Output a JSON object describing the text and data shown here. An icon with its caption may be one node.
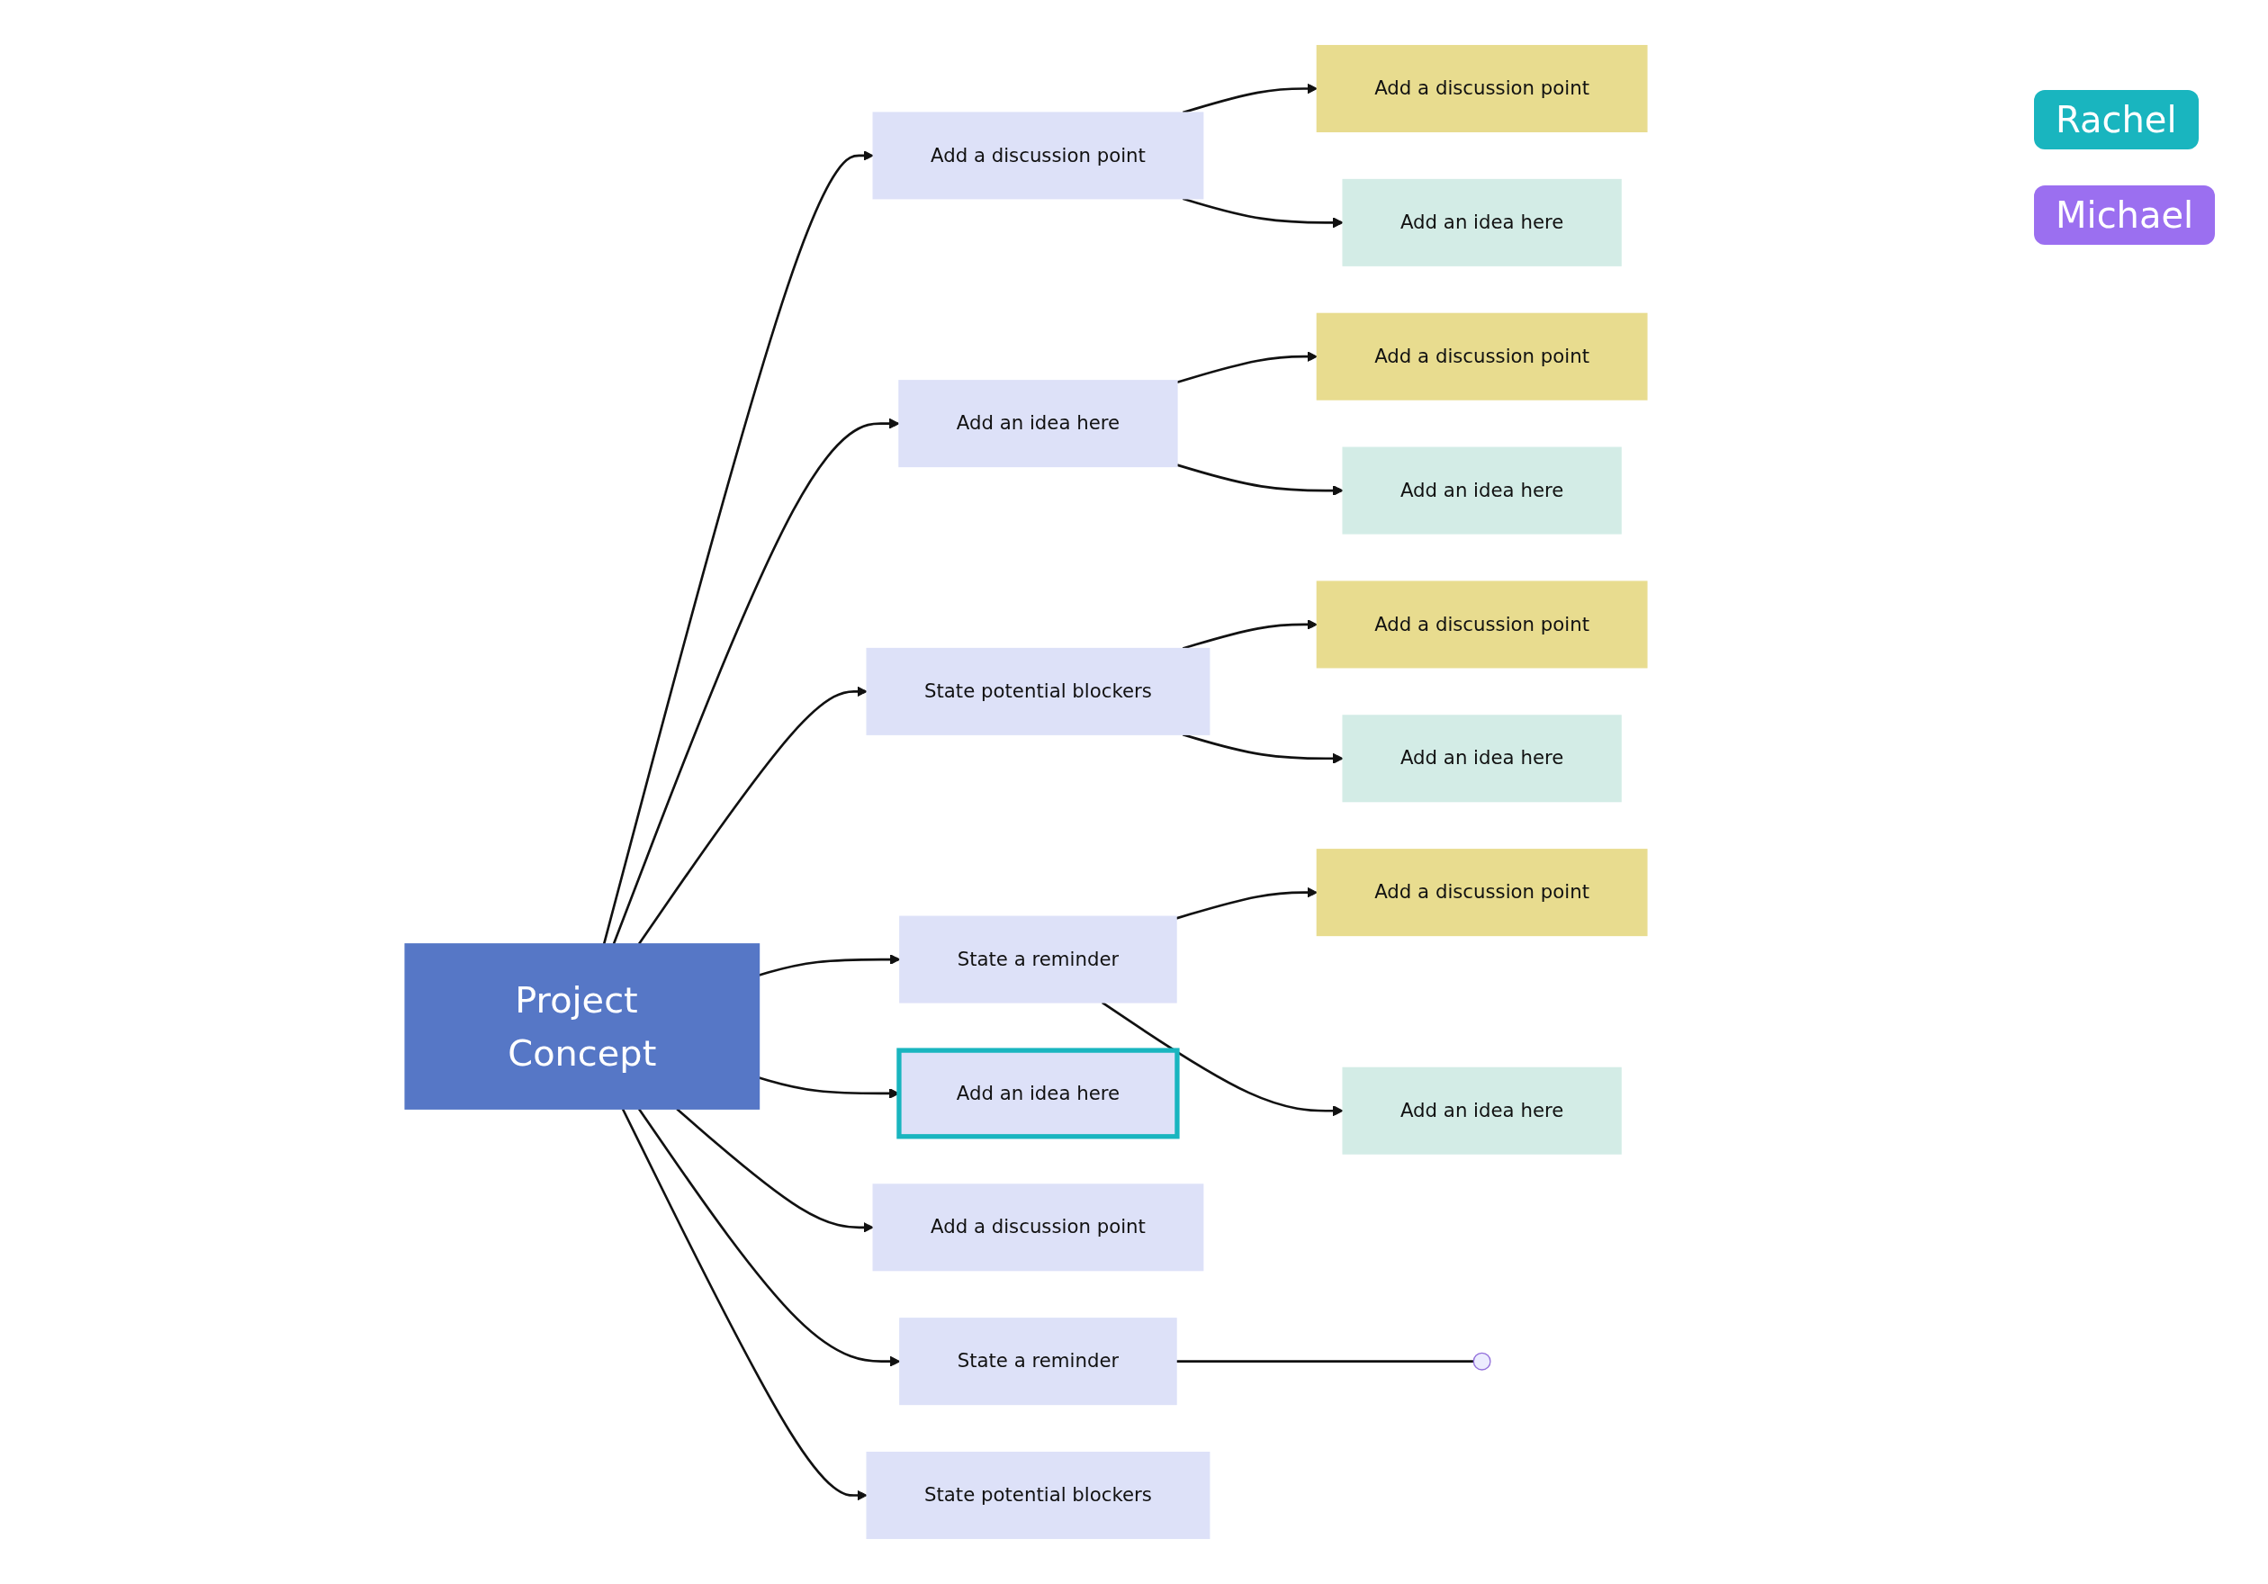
{
  "diagram": {
    "nodes": [
      {
        "text": [
          "Project Concept"
        ]
      },
      {
        "text": [
          "Add a discussion point"
        ]
      },
      {
        "text": [
          "Add an idea here"
        ]
      },
      {
        "text": [
          "State potential blockers"
        ]
      },
      {
        "text": [
          "State a reminder"
        ]
      },
      {
        "text": [
          "Add a discussion point"
        ]
      },
      {
        "text": [
          "Add an idea here"
        ]
      },
      {
        "text": [
          "Add a discussion point"
        ]
      },
      {
        "text": [
          "Add an idea here"
        ]
      },
      {
        "text": [
          "Add a discussion point"
        ]
      },
      {
        "text": [
          "Add an idea here"
        ]
      },
      {
        "text": [
          "Add a discussion point"
        ]
      },
      {
        "text": [
          "Add an idea here"
        ]
      },
      {
        "text": [
          "Add an idea here"
        ]
      },
      {
        "text": [
          "Add a discussion point"
        ]
      },
      {
        "text": [
          "State a reminder"
        ]
      },
      {
        "text": [
          "State potential blockers"
        ]
      },
      {
        "text": [],
        "shape": "circle"
      }
    ],
    "edges": [
      {
        "from": 0,
        "to": 1,
        "arrow": "to"
      },
      {
        "from": 0,
        "to": 2,
        "arrow": "to"
      },
      {
        "from": 0,
        "to": 3,
        "arrow": "to"
      },
      {
        "from": 0,
        "to": 4,
        "arrow": "to"
      },
      {
        "from": 1,
        "to": 5,
        "arrow": "to"
      },
      {
        "from": 1,
        "to": 6,
        "arrow": "to"
      },
      {
        "from": 2,
        "to": 7,
        "arrow": "to"
      },
      {
        "from": 2,
        "to": 8,
        "arrow": "to"
      },
      {
        "from": 3,
        "to": 9,
        "arrow": "to"
      },
      {
        "from": 3,
        "to": 10,
        "arrow": "to"
      },
      {
        "from": 4,
        "to": 11,
        "arrow": "to"
      },
      {
        "from": 4,
        "to": 12,
        "arrow": "to"
      },
      {
        "from": 0,
        "to": 13,
        "arrow": "to"
      },
      {
        "from": 0,
        "to": 14,
        "arrow": "to"
      },
      {
        "from": 0,
        "to": 15,
        "arrow": "to"
      },
      {
        "from": 0,
        "to": 16,
        "arrow": "to"
      },
      {
        "from": 15,
        "to": 17,
        "arrow": "none"
      }
    ],
    "labels": [
      "Rachel",
      "Michael"
    ]
  }
}
